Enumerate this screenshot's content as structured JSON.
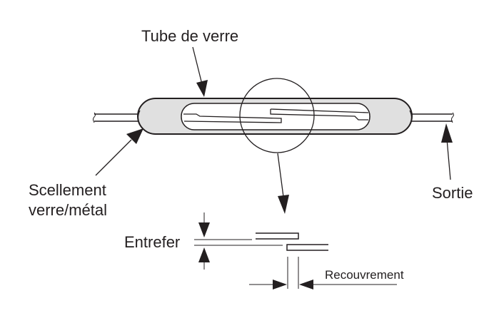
{
  "diagram": {
    "title": "Reed switch (interrupteur à lames souples)",
    "labels": {
      "glass_tube": "Tube de verre",
      "seal": "Scellement",
      "seal_line2": "verre/métal",
      "output": "Sortie",
      "air_gap": "Entrefer",
      "overlap": "Recouvrement"
    },
    "colors": {
      "line": "#231f20",
      "glass_fill": "#e0e0e0",
      "background": "#ffffff"
    }
  }
}
